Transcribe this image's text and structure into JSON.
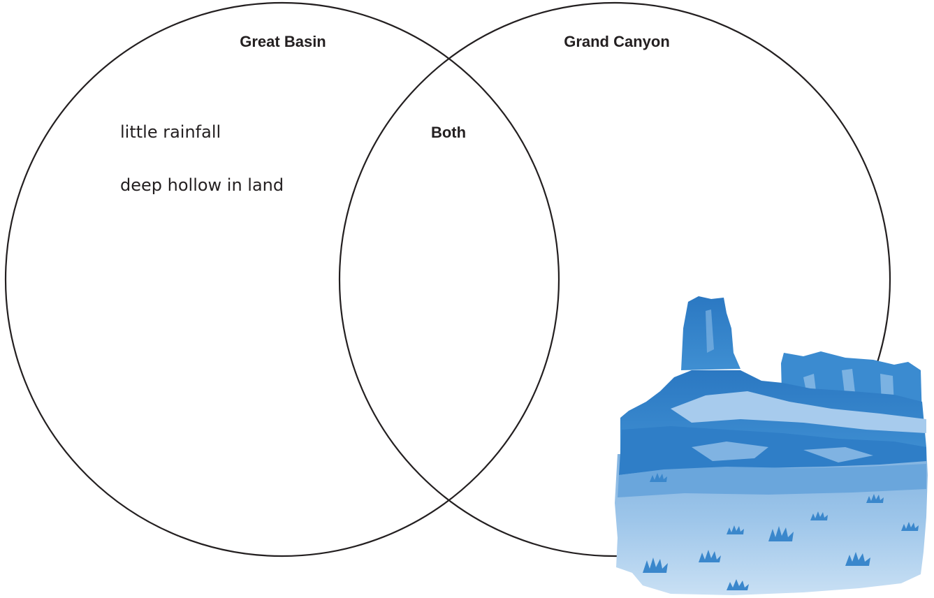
{
  "diagram": {
    "type": "venn",
    "sets": [
      {
        "label": "Great Basin",
        "items": [
          "little rainfall",
          "deep hollow in land"
        ]
      },
      {
        "label": "Grand Canyon",
        "items": []
      }
    ],
    "overlap": {
      "label": "Both",
      "items": []
    },
    "illustration": "desert-mesa-illustration",
    "colors": {
      "outline": "#231f20",
      "illustration_dark": "#2f7fc4",
      "illustration_light": "#a9cdec",
      "text": "#231f20"
    }
  }
}
